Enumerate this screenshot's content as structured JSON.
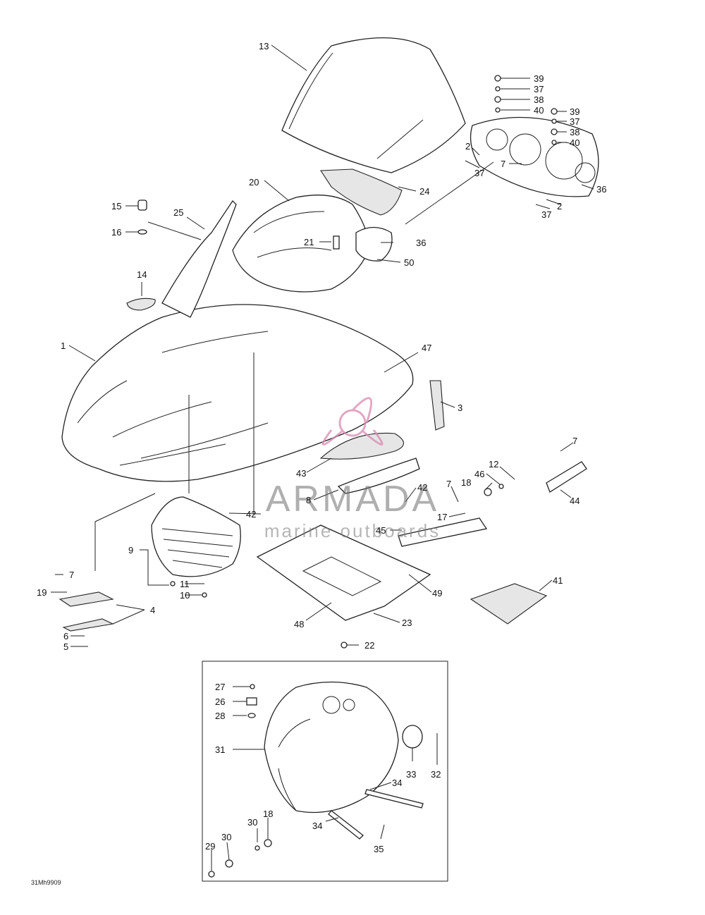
{
  "diagram_code": "31Mh9909",
  "watermark": {
    "brand": "ARMADA",
    "tagline": "marine outboards"
  },
  "callouts": [
    {
      "id": "c13",
      "text": "13"
    },
    {
      "id": "c20",
      "text": "20"
    },
    {
      "id": "c24",
      "text": "24"
    },
    {
      "id": "c36a",
      "text": "36"
    },
    {
      "id": "c50",
      "text": "50"
    },
    {
      "id": "c21",
      "text": "21"
    },
    {
      "id": "c15",
      "text": "15"
    },
    {
      "id": "c16",
      "text": "16"
    },
    {
      "id": "c25",
      "text": "25"
    },
    {
      "id": "c14",
      "text": "14"
    },
    {
      "id": "c1",
      "text": "1"
    },
    {
      "id": "c47",
      "text": "47"
    },
    {
      "id": "c3",
      "text": "3"
    },
    {
      "id": "c39a",
      "text": "39"
    },
    {
      "id": "c37a",
      "text": "37"
    },
    {
      "id": "c38a",
      "text": "38"
    },
    {
      "id": "c40a",
      "text": "40"
    },
    {
      "id": "c39b",
      "text": "39"
    },
    {
      "id": "c37b",
      "text": "37"
    },
    {
      "id": "c38b",
      "text": "38"
    },
    {
      "id": "c40b",
      "text": "40"
    },
    {
      "id": "c2a",
      "text": "2"
    },
    {
      "id": "c37c",
      "text": "37"
    },
    {
      "id": "c7a",
      "text": "7"
    },
    {
      "id": "c36b",
      "text": "36"
    },
    {
      "id": "c2b",
      "text": "2"
    },
    {
      "id": "c37d",
      "text": "37"
    },
    {
      "id": "c7b",
      "text": "7"
    },
    {
      "id": "c44",
      "text": "44"
    },
    {
      "id": "c12",
      "text": "12"
    },
    {
      "id": "c46",
      "text": "46"
    },
    {
      "id": "c18a",
      "text": "18"
    },
    {
      "id": "c7c",
      "text": "7"
    },
    {
      "id": "c17",
      "text": "17"
    },
    {
      "id": "c42a",
      "text": "42"
    },
    {
      "id": "c43",
      "text": "43"
    },
    {
      "id": "c8",
      "text": "8"
    },
    {
      "id": "c45",
      "text": "45"
    },
    {
      "id": "c42b",
      "text": "42"
    },
    {
      "id": "c9",
      "text": "9"
    },
    {
      "id": "c11",
      "text": "11"
    },
    {
      "id": "c10",
      "text": "10"
    },
    {
      "id": "c7d",
      "text": "7"
    },
    {
      "id": "c19",
      "text": "19"
    },
    {
      "id": "c4",
      "text": "4"
    },
    {
      "id": "c6",
      "text": "6"
    },
    {
      "id": "c5",
      "text": "5"
    },
    {
      "id": "c49",
      "text": "49"
    },
    {
      "id": "c41",
      "text": "41"
    },
    {
      "id": "c48",
      "text": "48"
    },
    {
      "id": "c23",
      "text": "23"
    },
    {
      "id": "c22",
      "text": "22"
    },
    {
      "id": "c27",
      "text": "27"
    },
    {
      "id": "c26",
      "text": "26"
    },
    {
      "id": "c28",
      "text": "28"
    },
    {
      "id": "c31",
      "text": "31"
    },
    {
      "id": "c34a",
      "text": "34"
    },
    {
      "id": "c33",
      "text": "33"
    },
    {
      "id": "c32",
      "text": "32"
    },
    {
      "id": "c30a",
      "text": "30"
    },
    {
      "id": "c18b",
      "text": "18"
    },
    {
      "id": "c34b",
      "text": "34"
    },
    {
      "id": "c29",
      "text": "29"
    },
    {
      "id": "c30b",
      "text": "30"
    },
    {
      "id": "c35",
      "text": "35"
    }
  ]
}
